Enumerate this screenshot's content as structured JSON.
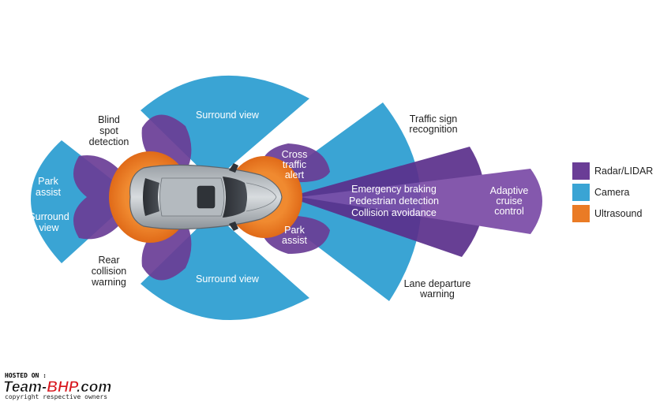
{
  "colors": {
    "radar": "#6a3d96",
    "camera": "#3aa4d4",
    "ultrasound": "#ea7b25",
    "label_light": "#ffffff",
    "label_dark": "#1f1f1f"
  },
  "labels": {
    "surround_view_top": "Surround view",
    "surround_view_bottom": "Surround view",
    "blind_spot": [
      "Blind",
      "spot",
      "detection"
    ],
    "park_assist_rear": [
      "Park",
      "assist"
    ],
    "surround_view_rear": [
      "Surround",
      "view"
    ],
    "rear_collision": [
      "Rear",
      "collision",
      "warning"
    ],
    "cross_traffic": [
      "Cross",
      "traffic",
      "alert"
    ],
    "park_assist_front": [
      "Park",
      "assist"
    ],
    "traffic_sign": [
      "Traffic sign",
      "recognition"
    ],
    "front_functions": [
      "Emergency braking",
      "Pedestrian detection",
      "Collision avoidance"
    ],
    "adaptive_cruise": [
      "Adaptive",
      "cruise",
      "control"
    ],
    "lane_departure": [
      "Lane departure",
      "warning"
    ]
  },
  "legend": [
    {
      "label": "Radar/LIDAR",
      "color": "#6a3d96"
    },
    {
      "label": "Camera",
      "color": "#3aa4d4"
    },
    {
      "label": "Ultrasound",
      "color": "#ea7b25"
    }
  ],
  "watermark": {
    "hosted": "HOSTED ON :",
    "brand_part1": "Team-",
    "brand_part2": "BHP",
    "brand_part3": ".com",
    "copyright": "copyright respective owners"
  }
}
